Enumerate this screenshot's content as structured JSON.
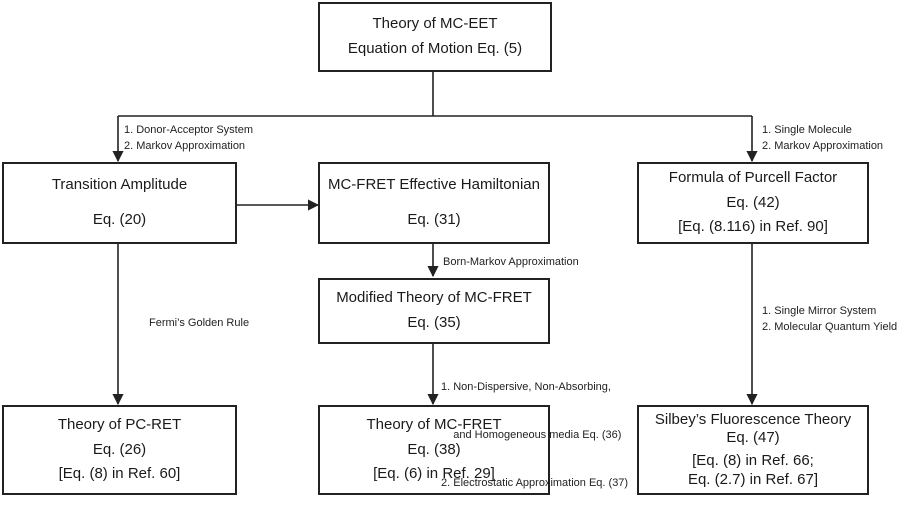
{
  "boxes": {
    "mc_eet": {
      "line1": "Theory of MC-EET",
      "line2": "Equation of Motion  Eq. (5)"
    },
    "transition_amplitude": {
      "line1": "Transition Amplitude",
      "line2": "Eq. (20)"
    },
    "effective_hamiltonian": {
      "line1": "MC-FRET Effective Hamiltonian",
      "line2": "Eq. (31)"
    },
    "purcell": {
      "line1": "Formula of Purcell Factor",
      "line2": "Eq. (42)",
      "line3": "[Eq. (8.116) in Ref. 90]"
    },
    "modified_mc_fret": {
      "line1": "Modified Theory of MC-FRET",
      "line2": "Eq. (35)"
    },
    "pc_ret": {
      "line1": "Theory of PC-RET",
      "line2": "Eq. (26)",
      "line3": "[Eq. (8) in Ref. 60]"
    },
    "mc_fret": {
      "line1": "Theory of MC-FRET",
      "line2": "Eq. (38)",
      "line3": "[Eq. (6) in Ref. 29]"
    },
    "silbey": {
      "line1": "Silbey’s Fluorescence Theory",
      "line2": "Eq. (47)",
      "line3": "[Eq. (8) in Ref. 66;",
      "line4": "Eq. (2.7) in Ref. 67]"
    }
  },
  "notes": {
    "left_branch": [
      "1. Donor-Acceptor System",
      "2. Markov Approximation"
    ],
    "right_branch": [
      "1. Single Molecule",
      "2. Markov Approximation"
    ],
    "born_markov": "Born-Markov Approximation",
    "fermi": "Fermi’s Golden Rule",
    "mc_fret_conditions": [
      "1. Non-Dispersive, Non-Absorbing,",
      "    and Homogeneous media Eq. (36)",
      "2. Electrostatic Approximation Eq. (37)"
    ],
    "silbey_conditions": [
      "1. Single Mirror System",
      "2. Molecular Quantum Yield"
    ]
  }
}
